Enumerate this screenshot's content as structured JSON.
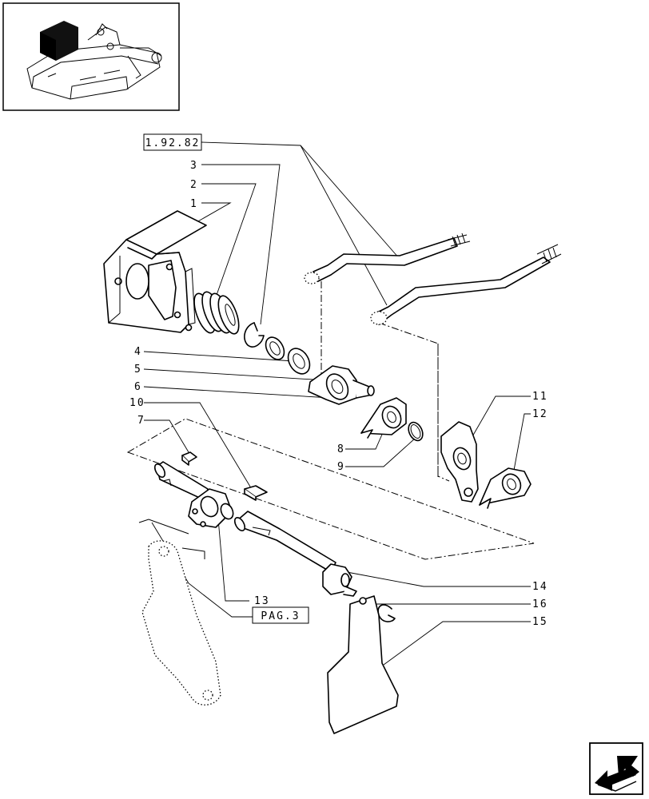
{
  "thumbnail": {
    "icon": "tractor-lift-assembly-thumbnail"
  },
  "references": {
    "group_ref": "1.92.82",
    "page_ref": "PAG.3"
  },
  "callouts": [
    "1",
    "2",
    "3",
    "4",
    "5",
    "6",
    "7",
    "8",
    "9",
    "10",
    "11",
    "12",
    "13",
    "14",
    "15",
    "16"
  ],
  "nav": {
    "icon": "next-page-arrow-icon"
  }
}
